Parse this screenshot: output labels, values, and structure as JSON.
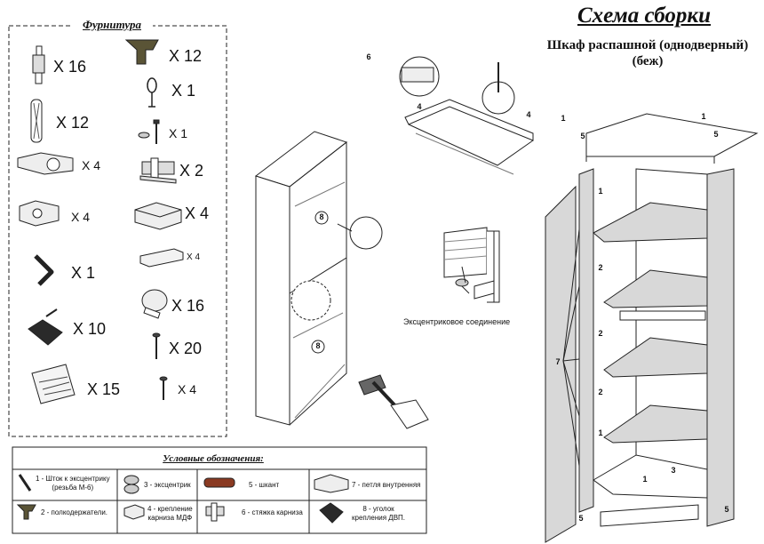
{
  "header": {
    "title": "Схема сборки",
    "subtitle_line1": "Шкаф распашной (однодверный)",
    "subtitle_line2": "(беж)"
  },
  "hardware": {
    "title": "Фурнитура",
    "items": [
      {
        "icon": "eccentric-rod-icon",
        "qty": "X 16"
      },
      {
        "icon": "shelf-support-icon",
        "qty": "X 12"
      },
      {
        "icon": "dowel-icon",
        "qty": "X 12"
      },
      {
        "icon": "ring-hook-icon",
        "qty": "X 1"
      },
      {
        "icon": "washer-screw-icon",
        "qty": "X 1"
      },
      {
        "icon": "inner-hinge-icon",
        "qty": "X 4"
      },
      {
        "icon": "rail-tie-icon",
        "qty": "X 2"
      },
      {
        "icon": "hinge-plate-icon",
        "qty": "X 4"
      },
      {
        "icon": "mdf-rail-bracket-icon",
        "qty": "X 4"
      },
      {
        "icon": "rail-holder-icon",
        "qty": "X 4"
      },
      {
        "icon": "hex-key-icon",
        "qty": "X 1"
      },
      {
        "icon": "eccentric-cap-icon",
        "qty": "X 16"
      },
      {
        "icon": "corner-bracket-icon",
        "qty": "X 10"
      },
      {
        "icon": "screw-icon",
        "qty": "X 20"
      },
      {
        "icon": "nails-bag-icon",
        "qty": "X 15"
      },
      {
        "icon": "small-screw-icon",
        "qty": "X 4"
      }
    ]
  },
  "captions": {
    "eccentric_joint": "Эксцентриковое соединение"
  },
  "callouts": {
    "c1": "1",
    "c2": "2",
    "c3": "3",
    "c4": "4",
    "c5": "5",
    "c6": "6",
    "c7": "7",
    "c8": "8"
  },
  "legend": {
    "title": "Условные обозначения:",
    "items": [
      {
        "icon": "eccentric-rod-icon",
        "line1": "1 - Шток к эксцентрику",
        "line2": "(резьба М-6)"
      },
      {
        "icon": "eccentric-icon",
        "line1": "3 - эксцентрик",
        "line2": ""
      },
      {
        "icon": "dowel-icon",
        "line1": "5 - шкант",
        "line2": ""
      },
      {
        "icon": "inner-hinge-icon",
        "line1": "7 - петля внутренняя",
        "line2": ""
      },
      {
        "icon": "shelf-support-icon",
        "line1": "2 - полкодержатели.",
        "line2": ""
      },
      {
        "icon": "mdf-rail-bracket-icon",
        "line1": "4 - крепление",
        "line2": "карниза МДФ"
      },
      {
        "icon": "rail-tie-icon",
        "line1": "6 - стяжка карниза",
        "line2": ""
      },
      {
        "icon": "corner-bracket-icon",
        "line1": "8 - уголок",
        "line2": "крепления ДВП."
      }
    ]
  }
}
